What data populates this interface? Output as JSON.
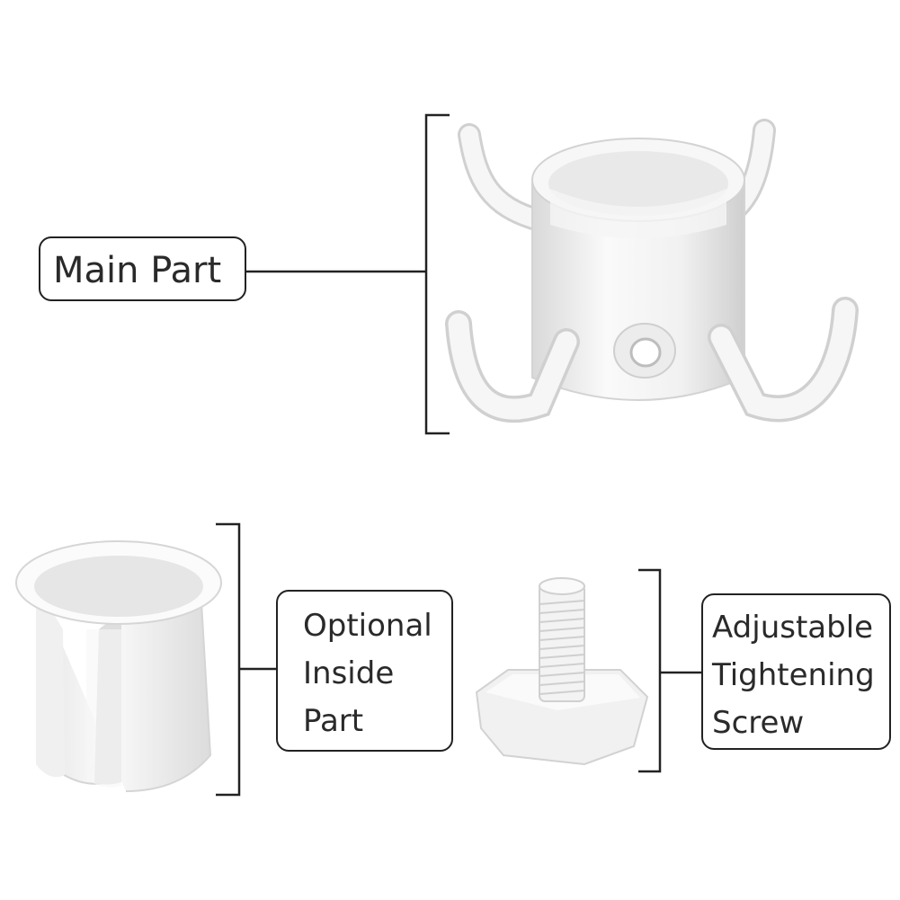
{
  "labels": {
    "main_part": "Main Part",
    "optional_inside_part": [
      "Optional",
      "Inside",
      "Part"
    ],
    "tightening_screw": [
      "Adjustable",
      "Tightening",
      "Screw"
    ]
  },
  "colors": {
    "line": "#222222",
    "plastic": "#f4f4f4",
    "plastic_shadow": "#d6d6d6",
    "background": "#ffffff"
  },
  "icons": [
    "hook-main-part-icon",
    "inside-sleeve-icon",
    "screw-icon"
  ]
}
